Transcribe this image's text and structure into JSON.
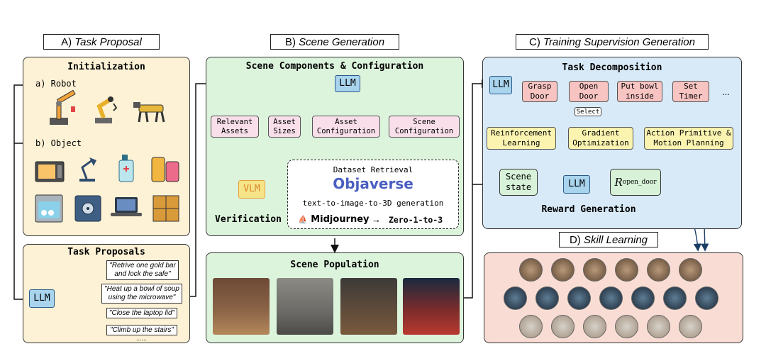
{
  "sections": {
    "a_title": {
      "letter": "A)",
      "name": "Task Proposal"
    },
    "b_title": {
      "letter": "B)",
      "name": "Scene Generation"
    },
    "c_title": {
      "letter": "C)",
      "name": "Training Supervision Generation"
    },
    "d_title": {
      "letter": "D)",
      "name": "Skill Learning"
    }
  },
  "initialization": {
    "heading": "Initialization",
    "robot_label": "a) Robot",
    "object_label": "b) Object"
  },
  "task_proposals": {
    "heading": "Task Proposals",
    "llm": "LLM",
    "items": [
      "\"Retrive one gold bar and lock the safe\"",
      "\"Heat up a bowl of soup using the microwave\"",
      "\"Close the laptop lid\"",
      "\"Climb up the stairs\""
    ],
    "ellipsis": "......"
  },
  "scene_components": {
    "heading": "Scene Components & Configuration",
    "llm": "LLM",
    "boxes": [
      "Relevant Assets",
      "Asset Sizes",
      "Asset Configuration",
      "Scene Configuration"
    ],
    "vlm": "VLM",
    "verification": "Verification",
    "dataset_retrieval": "Dataset Retrieval",
    "objaverse": "Objaverse",
    "t2i3d": "text-to-image-to-3D generation",
    "midjourney": "Midjourney",
    "arrow": "→",
    "zero123": "Zero-1-to-3"
  },
  "scene_population": {
    "heading": "Scene Population"
  },
  "task_decomposition": {
    "heading": "Task Decomposition",
    "llm": "LLM",
    "steps": [
      "Grasp Door",
      "Open Door",
      "Put bowl inside",
      "Set Timer"
    ],
    "ellipsis": "...",
    "select": "Select",
    "methods": [
      "Reinforcement Learning",
      "Gradient Optimization",
      "Action Primitive & Motion Planning"
    ]
  },
  "reward_generation": {
    "scene_state": "Scene state",
    "llm": "LLM",
    "reward_symbol": "R",
    "reward_subscript": "open_door",
    "heading": "Reward Generation"
  },
  "colors": {
    "panel_a": "#fdf2d6",
    "panel_b": "#dcf3dc",
    "panel_c": "#d8eaf8",
    "panel_d": "#f9ddd4",
    "llm": "#a9d4ee",
    "objaverse_red": "#e2434b",
    "objaverse_blue": "#4a5fc1"
  },
  "icons": {
    "robots": [
      "robot-arm-icon",
      "industrial-arm-icon",
      "quadruped-robot-icon"
    ],
    "objects": [
      "microwave-icon",
      "desk-lamp-icon",
      "sanitizer-icon",
      "suitcase-icon",
      "dishwasher-icon",
      "safe-icon",
      "laptop-icon",
      "cabinet-icon"
    ]
  }
}
